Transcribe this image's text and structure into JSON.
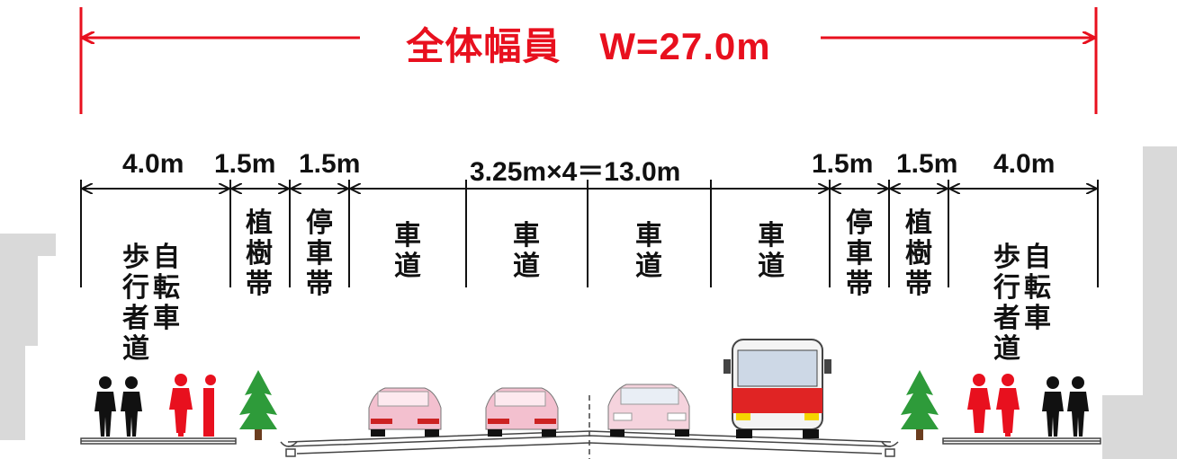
{
  "colors": {
    "title": "#e8101e",
    "ink": "#111111",
    "wall": "#d9d9d9",
    "tree": "#2e9b3a",
    "cyclist": "#e8101e",
    "bus_body": "#e02424",
    "car": "#f0b3c4"
  },
  "title": "全体幅員　W=27.0m",
  "segments": [
    {
      "width": "4.0m",
      "name": "自転車\n歩行者道"
    },
    {
      "width": "1.5m",
      "name": "植樹帯"
    },
    {
      "width": "1.5m",
      "name": "停車帯"
    },
    {
      "width": "3.25m×4＝13.0m",
      "lanes": [
        "車道",
        "車道",
        "車道",
        "車道"
      ]
    },
    {
      "width": "1.5m",
      "name": "停車帯"
    },
    {
      "width": "1.5m",
      "name": "植樹帯"
    },
    {
      "width": "4.0m",
      "name": "自転車\n歩行者道"
    }
  ],
  "labels": {
    "l_walk_col1": "自転車",
    "l_walk_col2": "歩行者道",
    "l_tree": "植樹帯",
    "l_stop": "停車帯",
    "lane": "車道",
    "r_stop": "停車帯",
    "r_tree": "植樹帯",
    "r_walk_col1": "自転車",
    "r_walk_col2": "歩行者道"
  },
  "dims": {
    "l_walk": "4.0m",
    "l_tree": "1.5m",
    "l_stop": "1.5m",
    "lanes": "3.25m×4＝13.0m",
    "r_stop": "1.5m",
    "r_tree": "1.5m",
    "r_walk": "4.0m"
  },
  "icons": [
    "pedestrian-icon",
    "cyclist-icon",
    "tree-icon",
    "car-icon",
    "bus-icon"
  ]
}
